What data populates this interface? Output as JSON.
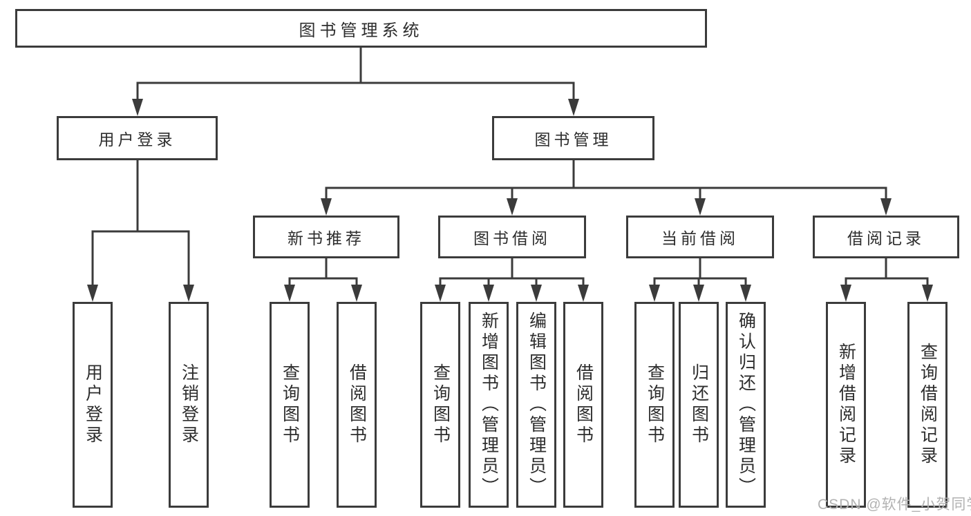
{
  "diagram": {
    "root": "图书管理系统",
    "login": {
      "label": "用户登录",
      "children": [
        "用户登录",
        "注销登录"
      ]
    },
    "management": {
      "label": "图书管理",
      "sections": [
        {
          "label": "新书推荐",
          "children": [
            "查询图书",
            "借阅图书"
          ]
        },
        {
          "label": "图书借阅",
          "children": [
            "查询图书",
            "新增图书（管理员）",
            "编辑图书（管理员）",
            "借阅图书"
          ]
        },
        {
          "label": "当前借阅",
          "children": [
            "查询图书",
            "归还图书",
            "确认归还（管理员）"
          ]
        },
        {
          "label": "借阅记录",
          "children": [
            "新增借阅记录",
            "查询借阅记录"
          ]
        }
      ]
    }
  },
  "watermark": "CSDN @软件_小贺同学",
  "colors": {
    "line": "#3b3b3b",
    "box_border": "#3b3b3b",
    "text": "#2d2d2d",
    "background": "#ffffff",
    "watermark": "#b2b2b2"
  }
}
